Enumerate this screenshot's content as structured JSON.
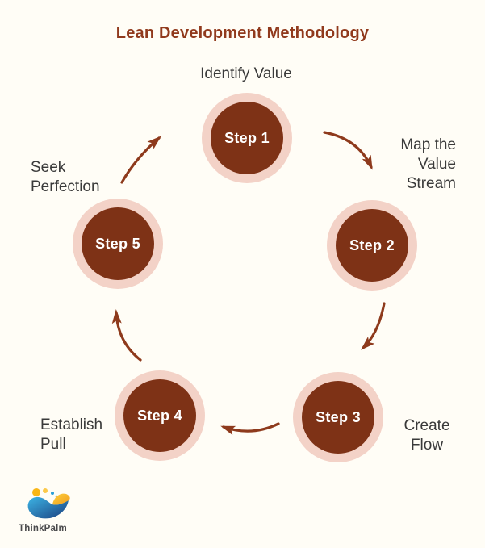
{
  "title": "Lean Development Methodology",
  "steps": [
    {
      "label": "Step 1",
      "caption_lines": [
        "Identify Value"
      ]
    },
    {
      "label": "Step 2",
      "caption_lines": [
        "Map the",
        "Value",
        "Stream"
      ]
    },
    {
      "label": "Step 3",
      "caption_lines": [
        "Create",
        "Flow"
      ]
    },
    {
      "label": "Step 4",
      "caption_lines": [
        "Establish",
        "Pull"
      ]
    },
    {
      "label": "Step 5",
      "caption_lines": [
        "Seek",
        "Perfection"
      ]
    }
  ],
  "brand": {
    "name": "ThinkPalm"
  },
  "colors": {
    "background": "#fffdf6",
    "title_text": "#913a1d",
    "arrow": "#8e3a1c",
    "circle_fill": "#7e3216",
    "circle_ring": "#f3d2c7",
    "step_text": "#ffffff",
    "caption_text": "#3a3a3a",
    "logo_blue_light": "#3cb4e5",
    "logo_blue_dark": "#1b3f7e",
    "logo_yellow": "#f9b616",
    "logo_orange": "#f29b1b",
    "brand_text": "#4a4a4c"
  }
}
